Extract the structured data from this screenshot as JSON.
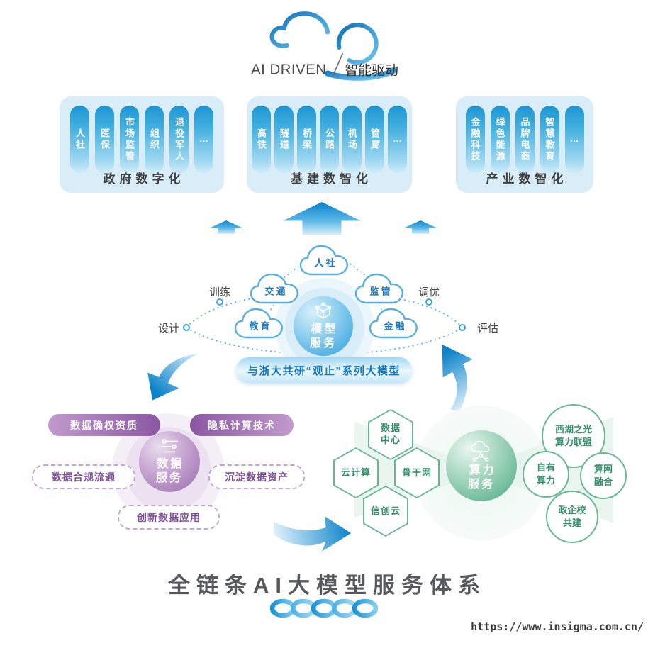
{
  "palette": {
    "primary_blue": "#1287cd",
    "panel_blue": "#d9edf8",
    "purple": "#8d5ba3",
    "green": "#3f9e78",
    "title_gray": "#57585a"
  },
  "icons": {
    "logo": "cloud-icon",
    "model_center": "cube-3d-icon",
    "data_center": "sliders-icon",
    "computing_center": "cloud-network-icon",
    "footer": "chain-links-icon"
  },
  "logo": {
    "en": "AI DRIVEN",
    "zh": "智能驱动"
  },
  "sectors": [
    {
      "title": "政府数字化",
      "items": [
        "人社",
        "医保",
        "市场监管",
        "组织",
        "退役军人",
        "…"
      ]
    },
    {
      "title": "基建数智化",
      "items": [
        "高铁",
        "隧道",
        "桥梁",
        "公路",
        "机场",
        "管廊",
        "…"
      ]
    },
    {
      "title": "产业数智化",
      "items": [
        "金融科技",
        "绿色能源",
        "品牌电商",
        "智慧教育",
        "…"
      ]
    }
  ],
  "model_service": {
    "label": "模型服务",
    "clouds": [
      "人社",
      "交通",
      "监管",
      "教育",
      "金融"
    ],
    "stages": [
      "训练",
      "调优",
      "设计",
      "评估"
    ],
    "banner": "与浙大共研“观止”系列大模型"
  },
  "data_service": {
    "label": "数据服务",
    "solid_tags": [
      "数据确权资质",
      "隐私计算技术"
    ],
    "dashed_tags": [
      "数据合规流通",
      "沉淀数据资产",
      "创新数据应用"
    ]
  },
  "computing_service": {
    "label": "算力服务",
    "hex_tags": [
      "数据中心",
      "云计算",
      "骨干网",
      "信创云"
    ],
    "circle_tags": [
      "西湖之光算力联盟",
      "自有算力",
      "算网融合",
      "政企校共建"
    ]
  },
  "footer": {
    "title": "全链条AI大模型服务体系",
    "url": "https://www.insigma.com.cn/"
  }
}
